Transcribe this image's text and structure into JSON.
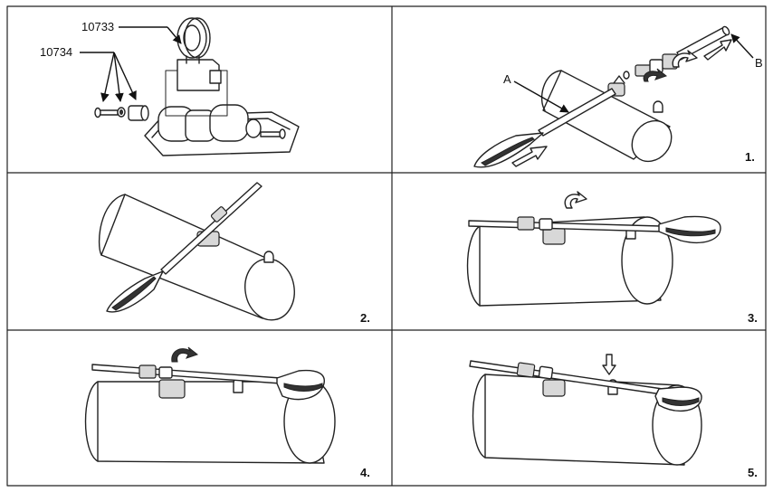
{
  "panels": [
    {
      "id": "parts",
      "labels": [
        "10733",
        "10734"
      ]
    },
    {
      "id": "step1",
      "step": "1.",
      "labels": [
        "A",
        "B"
      ]
    },
    {
      "id": "step2",
      "step": "2."
    },
    {
      "id": "step3",
      "step": "3."
    },
    {
      "id": "step4",
      "step": "4."
    },
    {
      "id": "step5",
      "step": "5."
    }
  ],
  "icons": {
    "rotate_cw": "curved-arrow-icon",
    "push": "straight-arrow-icon",
    "down": "down-arrow-icon"
  },
  "colors": {
    "line": "#222222",
    "fill": "#d8d8d8",
    "background": "#ffffff"
  }
}
